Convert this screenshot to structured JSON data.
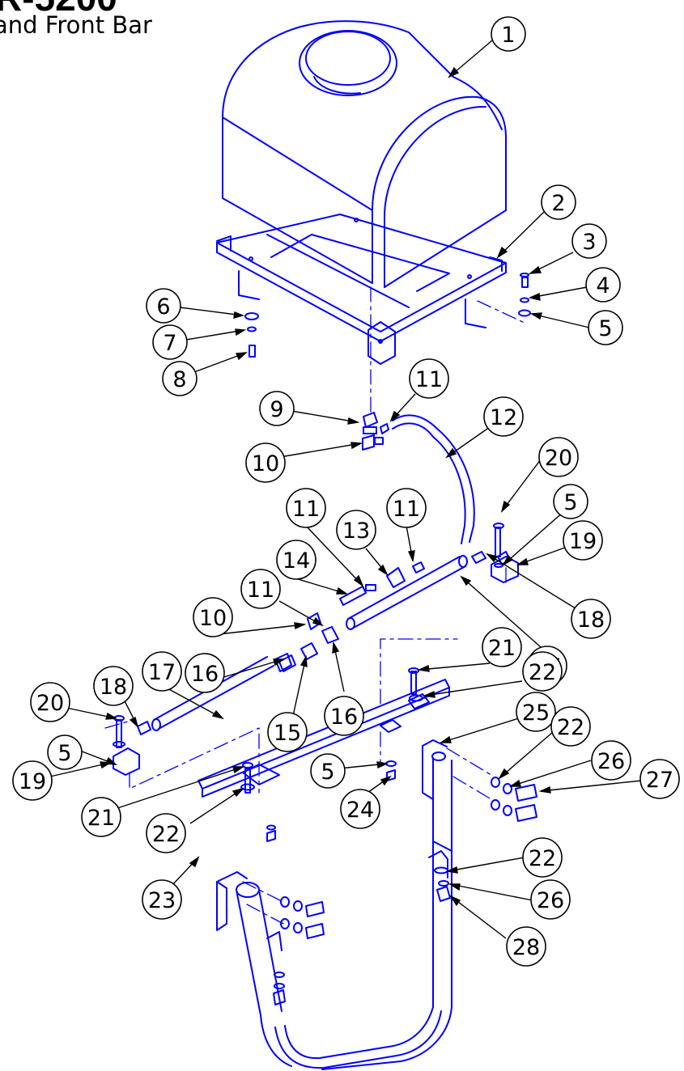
{
  "header": {
    "title": "R-5200",
    "subtitle": "and Front Bar"
  },
  "colors": {
    "linework": "#0000ff",
    "callouts": "#000000",
    "background": "#ffffff"
  },
  "callouts": [
    {
      "label": "1"
    },
    {
      "label": "2"
    },
    {
      "label": "3"
    },
    {
      "label": "4"
    },
    {
      "label": "5"
    },
    {
      "label": "6"
    },
    {
      "label": "7"
    },
    {
      "label": "8"
    },
    {
      "label": "9"
    },
    {
      "label": "11"
    },
    {
      "label": "12"
    },
    {
      "label": "10"
    },
    {
      "label": "20"
    },
    {
      "label": "5"
    },
    {
      "label": "11"
    },
    {
      "label": "13"
    },
    {
      "label": "11"
    },
    {
      "label": "14"
    },
    {
      "label": "19"
    },
    {
      "label": "11"
    },
    {
      "label": "10"
    },
    {
      "label": "18"
    },
    {
      "label": "17"
    },
    {
      "label": "16"
    },
    {
      "label": "17"
    },
    {
      "label": "21"
    },
    {
      "label": "18"
    },
    {
      "label": "22"
    },
    {
      "label": "20"
    },
    {
      "label": "16"
    },
    {
      "label": "25"
    },
    {
      "label": "15"
    },
    {
      "label": "22"
    },
    {
      "label": "5"
    },
    {
      "label": "26"
    },
    {
      "label": "27"
    },
    {
      "label": "19"
    },
    {
      "label": "5"
    },
    {
      "label": "24"
    },
    {
      "label": "21"
    },
    {
      "label": "22"
    },
    {
      "label": "22"
    },
    {
      "label": "23"
    },
    {
      "label": "26"
    },
    {
      "label": "28"
    }
  ]
}
